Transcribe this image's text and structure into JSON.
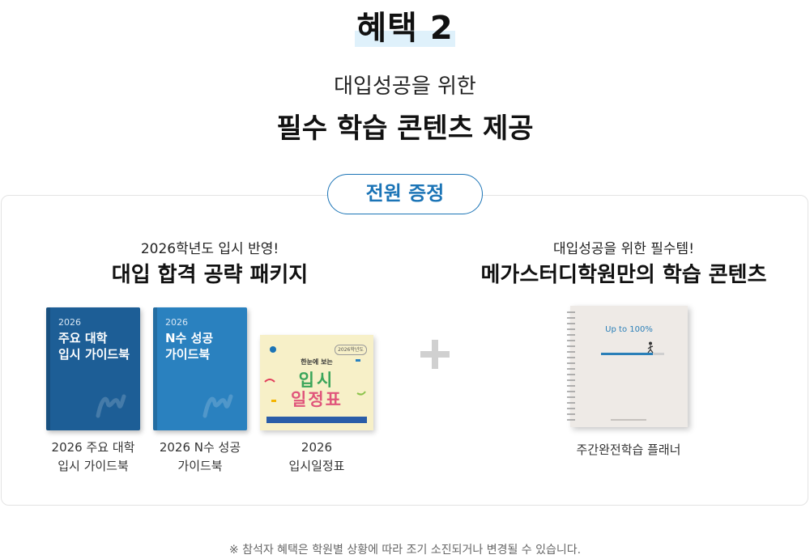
{
  "header": {
    "benefit_title": "혜택 2",
    "subtitle": "대입성공을 위한",
    "main_title": "필수 학습 콘텐츠 제공"
  },
  "badge": {
    "label": "전원 증정"
  },
  "left_section": {
    "caption": "2026학년도 입시 반영!",
    "title": "대입 합격 공략 패키지",
    "books": [
      {
        "year": "2026",
        "cover_title": "주요 대학\n입시 가이드북",
        "label_line1": "2026 주요 대학",
        "label_line2": "입시 가이드북",
        "color": "#1d5e96"
      },
      {
        "year": "2026",
        "cover_title": "N수 성공\n가이드북",
        "label_line1": "2026 N수 성공",
        "label_line2": "가이드북",
        "color": "#2a81bf"
      }
    ],
    "schedule": {
      "label_line1": "2026",
      "label_line2": "입시일정표",
      "cover_title_line1": "입시",
      "cover_title_line2": "일정표",
      "cover_tagline": "한눈에 보는",
      "cover_badge": "2026학년도"
    }
  },
  "right_section": {
    "caption": "대입성공을 위한 필수템!",
    "title": "메가스터디학원만의 학습 콘텐츠",
    "planner": {
      "label": "주간완전학습 플래너",
      "cover_text": "Up to 100%"
    }
  },
  "footnote": "※ 참석자 혜택은 학원별 상황에 따라 조기 소진되거나 변경될 수 있습니다.",
  "colors": {
    "accent": "#1b74b6",
    "highlight": "#dff1fb"
  },
  "icons": {
    "plus": "plus-icon"
  }
}
